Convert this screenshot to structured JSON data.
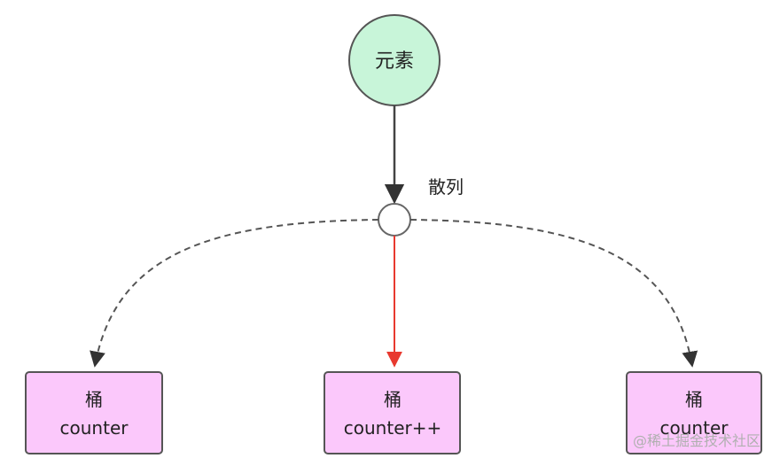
{
  "element_node": {
    "label": "元素",
    "fill": "#c8f5d9",
    "stroke": "#555555"
  },
  "hash": {
    "label": "散列"
  },
  "buckets": [
    {
      "title": "桶",
      "label": "counter"
    },
    {
      "title": "桶",
      "label": "counter++"
    },
    {
      "title": "桶",
      "label": "counter"
    }
  ],
  "colors": {
    "bucket_fill": "#fbc8fb",
    "bucket_stroke": "#555555",
    "edge": "#444444",
    "selected_edge": "#e8392f"
  },
  "watermark": "@稀土掘金技术社区"
}
